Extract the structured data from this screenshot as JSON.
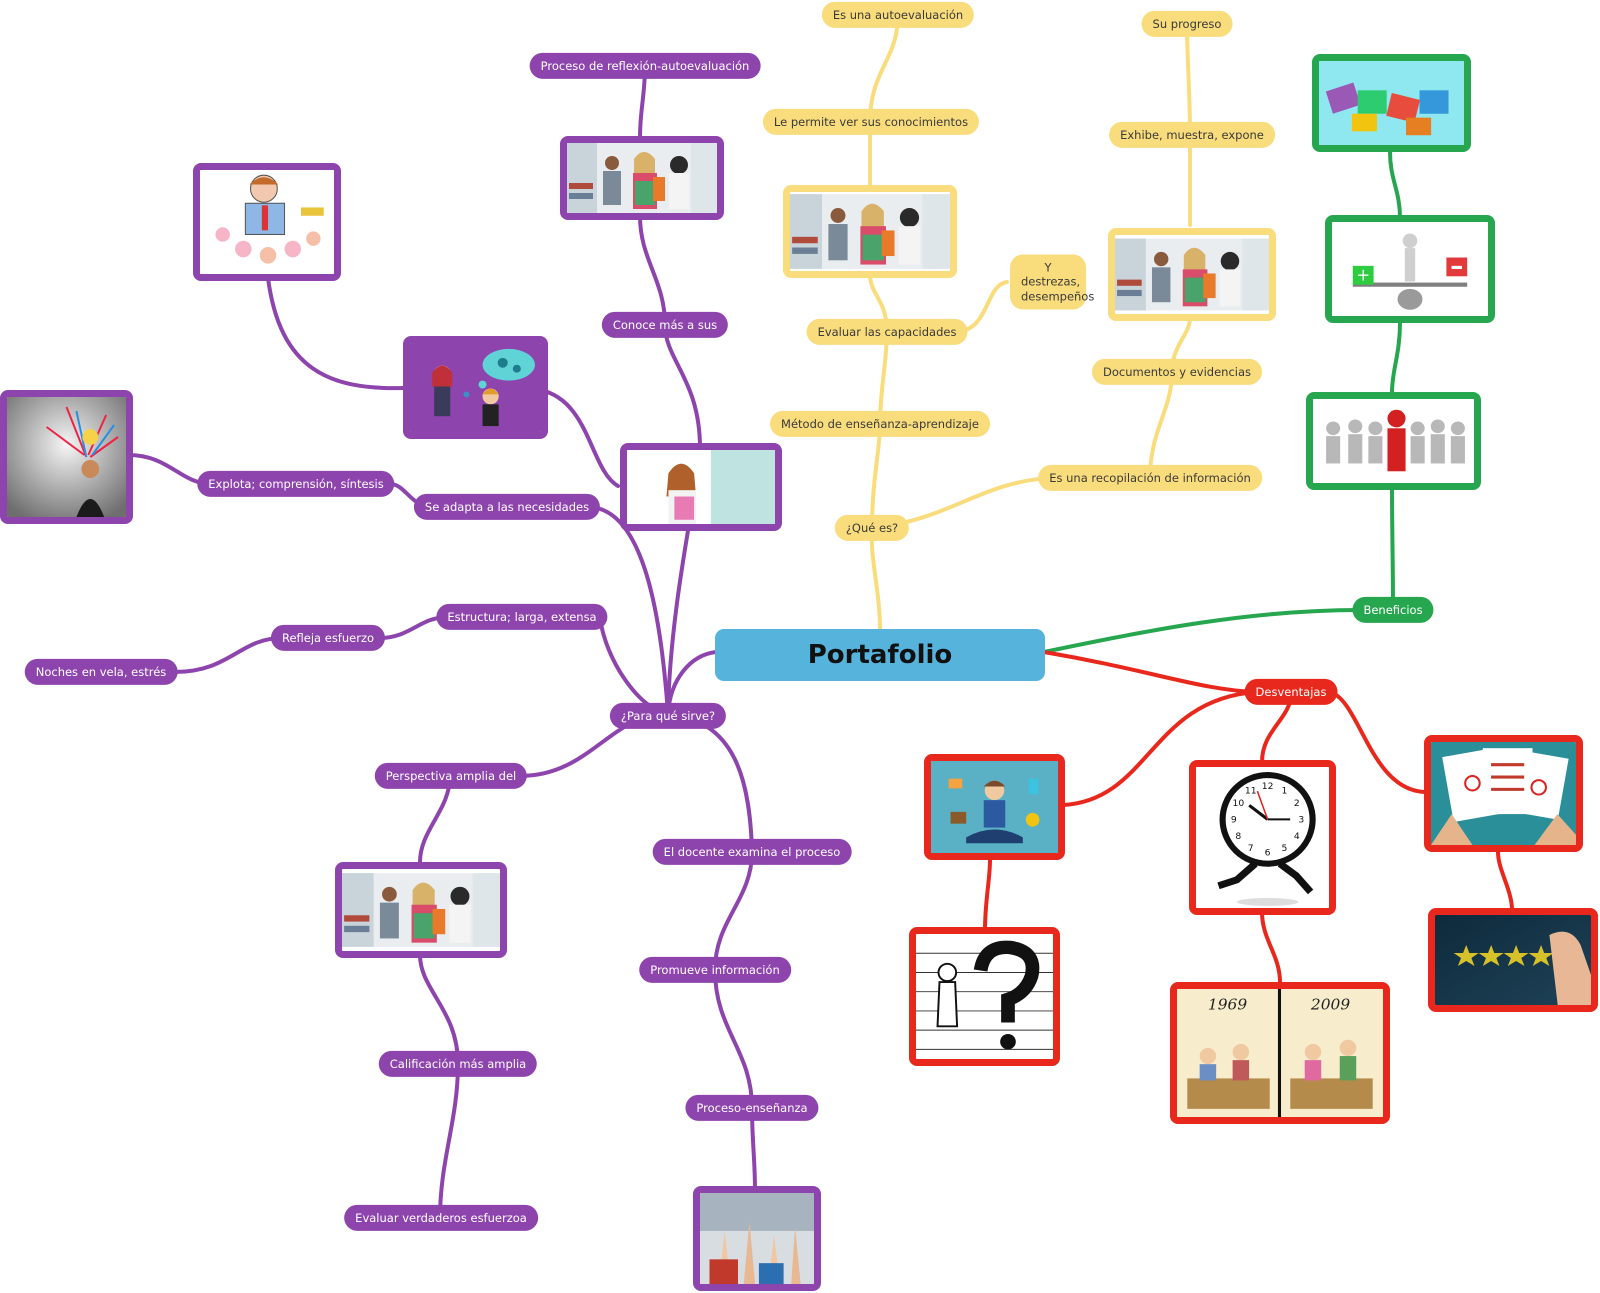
{
  "root": {
    "label": "Portafolio"
  },
  "colors": {
    "purple": "#8e44ad",
    "yellow": "#f9dc7c",
    "green": "#27a650",
    "red": "#e8281c",
    "root": "#56b4dc"
  },
  "yellow_branch": {
    "que_es": "¿Qué es?",
    "autoevaluacion": "Es una autoevaluación",
    "ver_conocimientos": "Le permite ver sus conocimientos",
    "evaluar_capacidades": "Evaluar las capacidades",
    "destrezas": "Y destrezas, desempeños",
    "metodo": "Método de enseñanza-aprendizaje",
    "su_progreso": "Su progreso",
    "exhibe": "Exhibe, muestra, expone",
    "documentos": "Documentos y evidencias",
    "recopilacion": "Es una recopilación de información"
  },
  "purple_branch": {
    "para_que": "¿Para qué sirve?",
    "proceso_reflexion": "Proceso de reflexión-autoevaluación",
    "conoce_mas": "Conoce más a sus",
    "se_adapta": "Se adapta a las necesidades",
    "explota": "Explota; comprensión, síntesis",
    "estructura": "Estructura; larga, extensa",
    "refleja": "Refleja esfuerzo",
    "noches": "Noches en vela, estrés",
    "perspectiva": "Perspectiva amplia del",
    "calificacion": "Calificación más amplia",
    "evaluar_esfuerzos": "Evaluar verdaderos esfuerzoa",
    "docente": "El docente examina el proceso",
    "promueve": "Promueve información",
    "proceso_ensenanza": "Proceso-enseñanza"
  },
  "green_branch": {
    "beneficios": "Beneficios"
  },
  "red_branch": {
    "desventajas": "Desventajas"
  },
  "image_captions": {
    "clock_numbers": [
      "12",
      "1",
      "2",
      "3",
      "4",
      "5",
      "6",
      "7",
      "8",
      "9",
      "10",
      "11"
    ],
    "cartoon_year_left": "1969",
    "cartoon_year_right": "2009"
  }
}
